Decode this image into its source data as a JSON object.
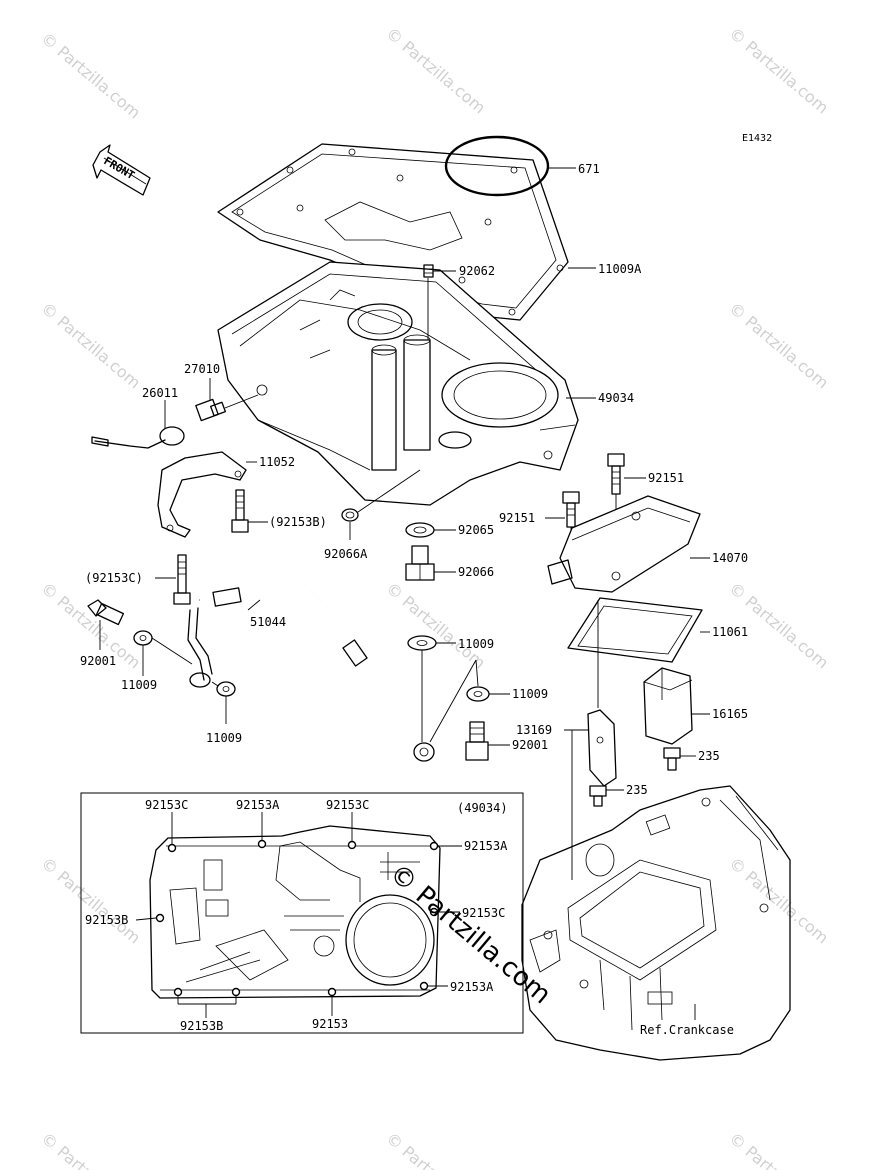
{
  "diagram_code": "E1432",
  "front_label": "FRONT",
  "watermark": "© Partzilla.com",
  "overlay_watermark": "© Partzilla.com",
  "labels": {
    "p671": "671",
    "p11009A": "11009A",
    "p92062": "92062",
    "p27010": "27010",
    "p26011": "26011",
    "p49034": "49034",
    "p11052": "11052",
    "p92151_top": "92151",
    "p92151_mid": "92151",
    "p92153B_paren": "(92153B)",
    "p92065": "92065",
    "p92066A": "92066A",
    "p14070": "14070",
    "p92066": "92066",
    "p92153C_paren": "(92153C)",
    "p51044": "51044",
    "p11061": "11061",
    "p92001_left": "92001",
    "p11009_a": "11009",
    "p11009_b": "11009",
    "p11009_c": "11009",
    "p11009_d": "11009",
    "p16165": "16165",
    "p13169": "13169",
    "p92001_right": "92001",
    "p235_a": "235",
    "p235_b": "235",
    "ref_crankcase": "Ref.Crankcase"
  },
  "inset": {
    "ref": "(49034)",
    "l1": "92153C",
    "l2": "92153A",
    "l3": "92153C",
    "l4": "92153A",
    "l5": "92153B",
    "l6": "92153C",
    "l7": "92153A",
    "l8": "92153B",
    "l9": "92153"
  }
}
